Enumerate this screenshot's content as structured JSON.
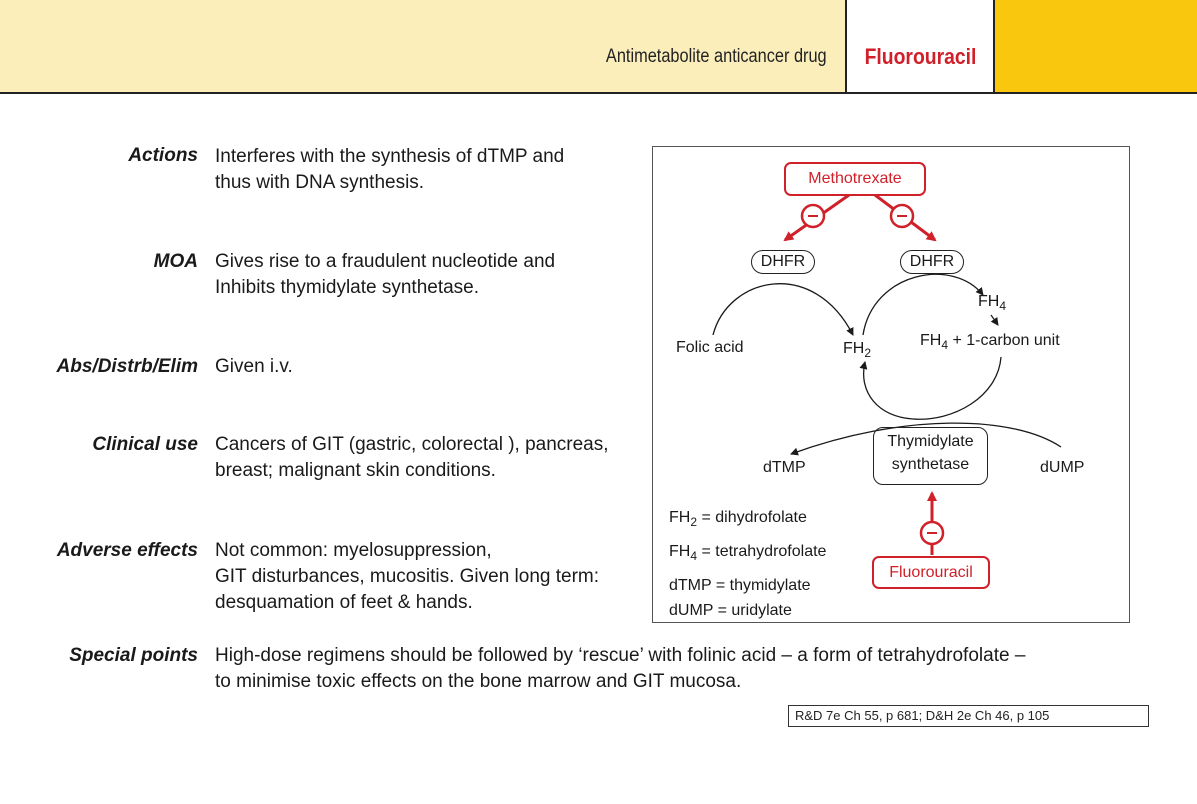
{
  "header": {
    "subtitle": "Antimetabolite anticancer drug",
    "title": "Fluorouracil",
    "accent_color": "#f9c70e",
    "light_color": "#fbeebb",
    "title_color": "#d0202a"
  },
  "sections": {
    "actions": {
      "label": "Actions",
      "lines": [
        "Interferes with the synthesis of dTMP and",
        "thus with DNA synthesis."
      ]
    },
    "moa": {
      "label": "MOA",
      "lines": [
        "Gives rise to a fraudulent nucleotide and",
        "Inhibits thymidylate synthetase."
      ]
    },
    "abs": {
      "label": "Abs/Distrb/Elim",
      "lines": [
        "Given i.v."
      ]
    },
    "clinical": {
      "label": "Clinical use",
      "lines": [
        "Cancers of GIT (gastric, colorectal ), pancreas,",
        "breast; malignant skin conditions."
      ]
    },
    "adverse": {
      "label": "Adverse effects",
      "lines": [
        "Not common: myelosuppression,",
        "GIT disturbances, mucositis. Given long term:",
        "desquamation of feet & hands."
      ]
    },
    "special": {
      "label": "Special points",
      "lines": [
        "High-dose regimens should be followed by ‘rescue’ with folinic acid – a form of tetrahydrofolate –",
        "to minimise toxic effects on the bone marrow and GIT mucosa."
      ]
    }
  },
  "diagram": {
    "methotrexate": "Methotrexate",
    "dhfr_left": "DHFR",
    "dhfr_right": "DHFR",
    "fh4": "FH",
    "fh4_sub": "4",
    "fh4_carbon": "FH",
    "fh4_carbon_sub": "4",
    "fh4_carbon_rest": " + 1-carbon unit",
    "folic_acid": "Folic acid",
    "fh2": "FH",
    "fh2_sub": "2",
    "thymidylate": "Thymidylate",
    "synthetase": "synthetase",
    "dtmp": "dTMP",
    "dump": "dUMP",
    "fluorouracil": "Fluorouracil",
    "inhibit_symbol": "−",
    "legend": [
      {
        "abbr": "FH",
        "sub": "2",
        "def": " = dihydrofolate"
      },
      {
        "abbr": "FH",
        "sub": "4",
        "def": " = tetrahydrofolate"
      },
      {
        "abbr": "dTMP",
        "sub": "",
        "def": " = thymidylate"
      },
      {
        "abbr": "dUMP",
        "sub": "",
        "def": " = uridylate"
      }
    ]
  },
  "reference": "R&D 7e Ch 55, p 681; D&H 2e Ch 46, p 105"
}
